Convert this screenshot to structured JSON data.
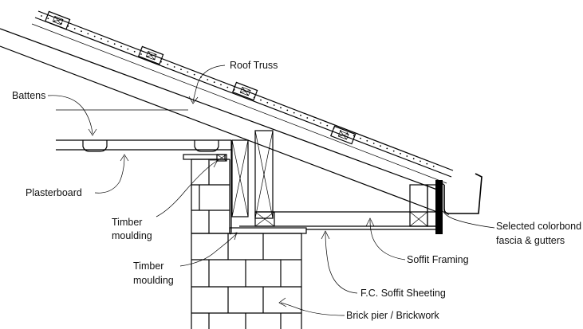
{
  "diagram": {
    "labels": {
      "roof_truss": "Roof Truss",
      "battens": "Battens",
      "plasterboard": "Plasterboard",
      "timber_moulding_1_line1": "Timber",
      "timber_moulding_1_line2": "moulding",
      "timber_moulding_2_line1": "Timber",
      "timber_moulding_2_line2": "moulding",
      "colorbond_line1": "Selected colorbond",
      "colorbond_line2": "fascia & gutters",
      "soffit_framing": "Soffit Framing",
      "fc_soffit_sheeting": "F.C. Soffit Sheeting",
      "brick_pier": "Brick pier / Brickwork"
    },
    "colors": {
      "ink": "#000000",
      "background": "#ffffff"
    }
  }
}
